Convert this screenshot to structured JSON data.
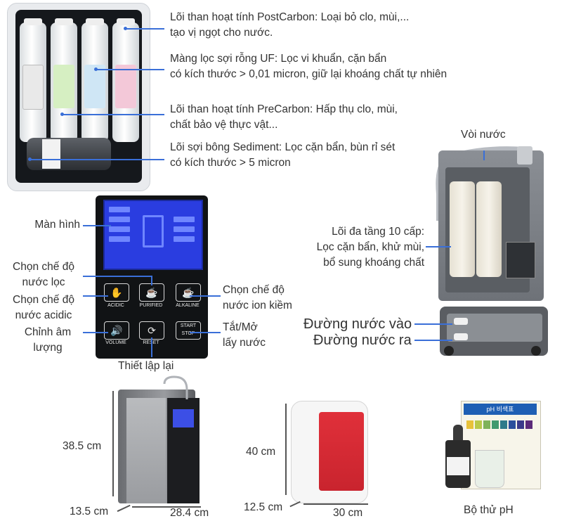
{
  "filter_labels": {
    "postcarbon": [
      "Lõi than hoạt tính PostCarbon: Loại bỏ clo, mùi,...",
      "tạo vị ngọt cho nước."
    ],
    "uf": [
      "Màng lọc sợi rỗng UF: Lọc vi khuẩn, cặn bẩn",
      "có kích thước > 0,01 micron, giữ lại khoáng chất tự nhiên"
    ],
    "precarbon": [
      "Lõi than hoạt tính PreCarbon: Hấp thụ clo, mùi,",
      "chất bảo vệ thực vật..."
    ],
    "sediment": [
      "Lõi sợi bông Sediment: Lọc cặn bẩn, bùn rỉ sét",
      "có kích thước > 5 micron"
    ]
  },
  "panel_labels": {
    "screen": "Màn hình",
    "filtered_mode": [
      "Chọn chế độ",
      "nước lọc"
    ],
    "acidic_mode": [
      "Chọn chế độ",
      "nước acidic"
    ],
    "volume": [
      "Chỉnh âm",
      "lượng"
    ],
    "reset": "Thiết lập lại",
    "alkaline_mode": [
      "Chọn chế độ",
      "nước ion kiềm"
    ],
    "start_stop": [
      "Tắt/Mở",
      "lấy nước"
    ]
  },
  "panel_buttons": {
    "acidic": "ACIDIC",
    "purified": "PURIFIED",
    "alkaline": "ALKALINE",
    "volume": "VOLUME",
    "reset": "RESET",
    "start": "START",
    "stop": "STOP"
  },
  "machine_labels": {
    "faucet": "Vòi nước",
    "core": [
      "Lõi đa tầng 10 cấp:",
      "Lọc cặn bẩn, khử mùi,",
      "bổ sung khoáng chất"
    ],
    "water_in": "Đường nước vào",
    "water_out": "Đường nước ra"
  },
  "dimensions": {
    "main_height": "38.5 cm",
    "main_depth": "13.5 cm",
    "main_width": "28.4 cm",
    "box_height": "40 cm",
    "box_depth": "12.5 cm",
    "box_width": "30 cm"
  },
  "ph_test": {
    "caption": "Bộ thử pH",
    "chart_title": "pH 비색표"
  },
  "colors": {
    "accent_line": "#3a6fd8",
    "screen_blue": "#2a3de0",
    "box_red": "#d42a34"
  }
}
